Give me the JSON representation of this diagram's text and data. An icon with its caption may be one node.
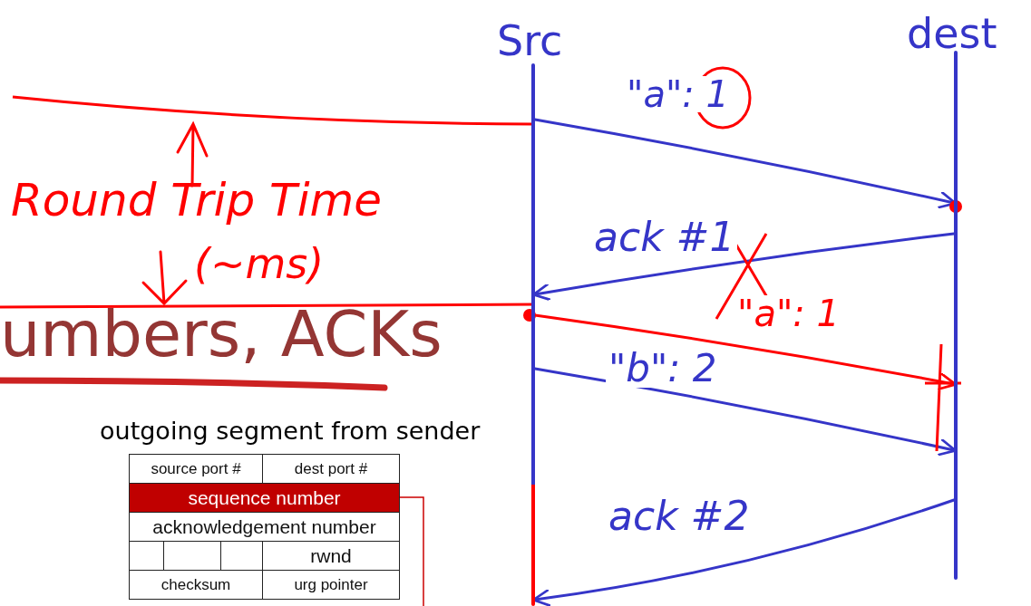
{
  "diagram": {
    "title": "umbers, ACKs",
    "nodes": [
      {
        "text": [],
        "shape": "bar",
        "beside": [
          "Src"
        ]
      },
      {
        "text": [],
        "shape": "bar",
        "beside": [
          "dest"
        ]
      }
    ],
    "edges": [
      {
        "from": 0,
        "to": 1,
        "arrow": "to",
        "label": "\"a\": 1"
      },
      {
        "from": 1,
        "to": 0,
        "arrow": "to",
        "label": "ack #1"
      },
      {
        "from": 0,
        "to": 1,
        "arrow": "to",
        "label": "\"a\": 1",
        "color": "#ff0000"
      },
      {
        "from": 0,
        "to": 1,
        "arrow": "to",
        "label": "\"b\": 2"
      },
      {
        "from": 1,
        "to": 0,
        "arrow": "to",
        "label": "ack #2"
      }
    ],
    "labels": [
      "Round Trip Time",
      "(~ms)",
      "outgoing segment from sender",
      "source port #",
      "dest port #",
      "sequence number",
      "acknowledgement number",
      "rwnd",
      "checksum",
      "urg pointer"
    ]
  }
}
